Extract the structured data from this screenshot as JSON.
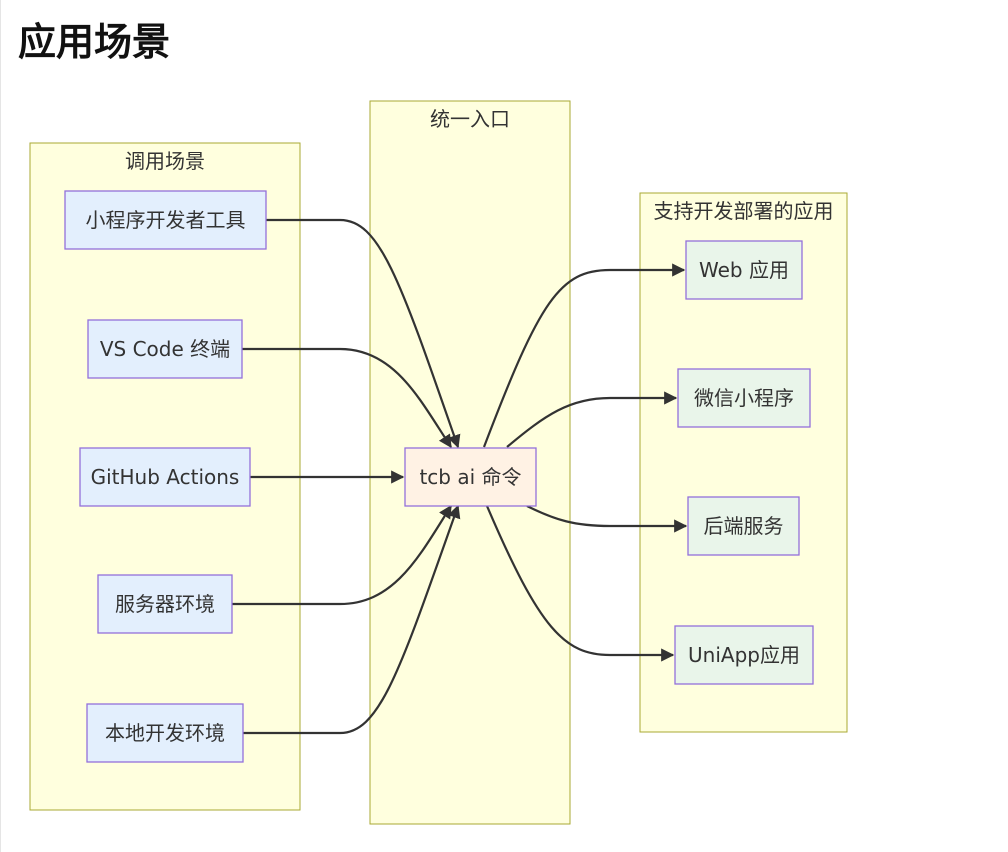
{
  "page": {
    "title": "应用场景"
  },
  "diagram": {
    "clusters": {
      "scenarios": "调用场景",
      "entry": "统一入口",
      "apps": "支持开发部署的应用"
    },
    "nodes": {
      "devtools": "小程序开发者工具",
      "vscode": "VS Code 终端",
      "github": "GitHub Actions",
      "server": "服务器环境",
      "local": "本地开发环境",
      "tcb": "tcb ai 命令",
      "web": "Web 应用",
      "miniprogram": "微信小程序",
      "backend": "后端服务",
      "uniapp": "UniApp应用"
    },
    "colors": {
      "cluster_fill": "#ffffde",
      "cluster_stroke": "#aaaa33",
      "source_fill": "#e3effd",
      "hub_fill": "#fff2e4",
      "target_fill": "#e9f5ea",
      "node_stroke": "#9370db",
      "edge": "#333333"
    }
  }
}
